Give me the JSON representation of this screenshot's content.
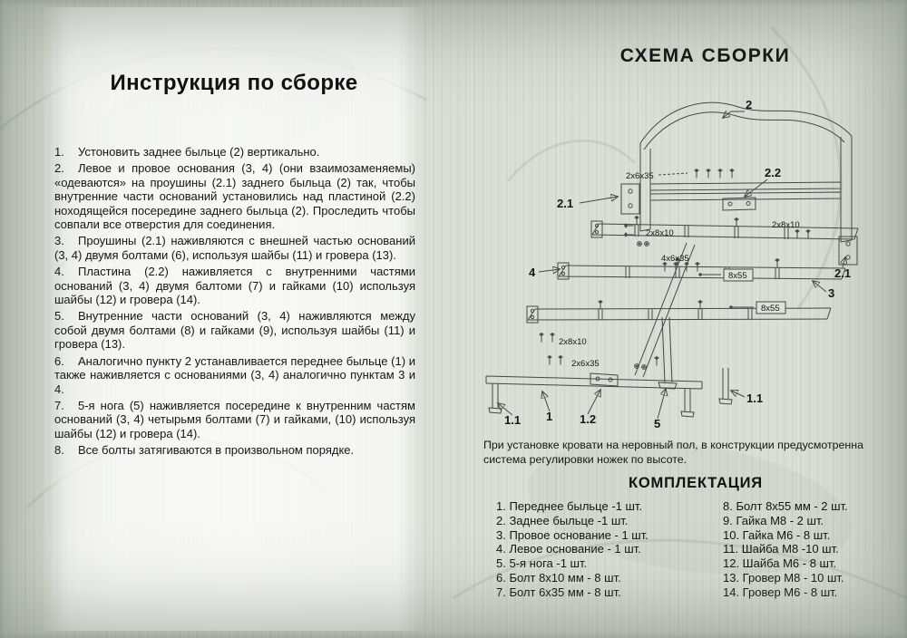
{
  "left": {
    "title": "Инструкция по сборке",
    "steps": [
      {
        "n": "1.",
        "t": "Устоновить заднее быльце (2) вертикально."
      },
      {
        "n": "2.",
        "t": "Левое и провое основания (3, 4) (они взаимозаменяемы) «одеваются» на проушины (2.1) заднего быльца (2) так, чтобы внутренние части оснований установились над пластиной (2.2) ноходящейся посередине заднего быльца (2). Проследить чтобы совпали все отверстия для соединения."
      },
      {
        "n": "3.",
        "t": "Проушины (2.1) наживляются с внешней частью оснований (3, 4) двумя болтами (6), используя шайбы (11) и гровера (13)."
      },
      {
        "n": "4.",
        "t": "Пластина (2.2) наживляется с внутренними частями оснований (3, 4) двумя балтоми (7) и гайками (10) используя шайбы (12) и гровера (14)."
      },
      {
        "n": "5.",
        "t": "Внутренние части оснований (3, 4) наживляются между собой двумя болтами (8) и гайками (9), используя шайбы (11) и гровера (13)."
      },
      {
        "n": "6.",
        "t": "Аналогично пункту 2 устанавливается переднее быльце (1) и также наживляется с основаниями (3, 4) аналогично пунктам 3 и 4."
      },
      {
        "n": "7.",
        "t": "5-я нога (5) наживляется посередине к внутренним частям оснований (3, 4) четырьмя болтами (7) и гайками, (10) используя шайбы (12) и гровера (14)."
      },
      {
        "n": "8.",
        "t": "Все болты затягиваются в произвольном порядке."
      }
    ]
  },
  "right": {
    "title": "СХЕМА СБОРКИ",
    "note": "При установке кровати на неровный пол, в конструкции предусмотренна система регулировки ножек по высоте.",
    "parts_title": "КОМПЛЕКТАЦИЯ",
    "parts_left": [
      "1. Переднее быльце -1 шт.",
      "2. Заднее быльце -1 шт.",
      "3. Провое основание - 1 шт.",
      "4. Левое основание - 1 шт.",
      "5. 5-я нога -1 шт.",
      "6. Болт 8х10 мм - 8 шт.",
      "7. Болт 6х35 мм - 8 шт."
    ],
    "parts_right": [
      "8. Болт 8х55 мм - 2 шт.",
      "9. Гайка М8 - 2 шт.",
      "10. Гайка М6 - 8 шт.",
      "11. Шайба М8 -10 шт.",
      "12. Шайба М6 - 8 шт.",
      "13. Гровер М8 - 10 шт.",
      "14. Гровер М6 - 8 шт."
    ]
  },
  "diagram": {
    "part_labels": {
      "headboard": "2",
      "headboard_plate": "2.2",
      "lug_left": "2.1",
      "lug_right": "2.1",
      "left_rail": "4",
      "right_rail": "3",
      "front_rail": "1",
      "front_leg_left": "1.1",
      "front_leg_right": "1.1",
      "front_plate": "1.2",
      "fifth_leg": "5"
    },
    "bolt_sizes": {
      "top_crossbar": "2х6х35",
      "left_lug": "2х8х10",
      "right_lug": "2х8х10",
      "center_plate": "4х6х35",
      "inner_bolt_upper": "8х55",
      "inner_bolt_lower": "8х55",
      "front_lug": "2х8х10",
      "front_crossbar": "2х6х35"
    }
  }
}
